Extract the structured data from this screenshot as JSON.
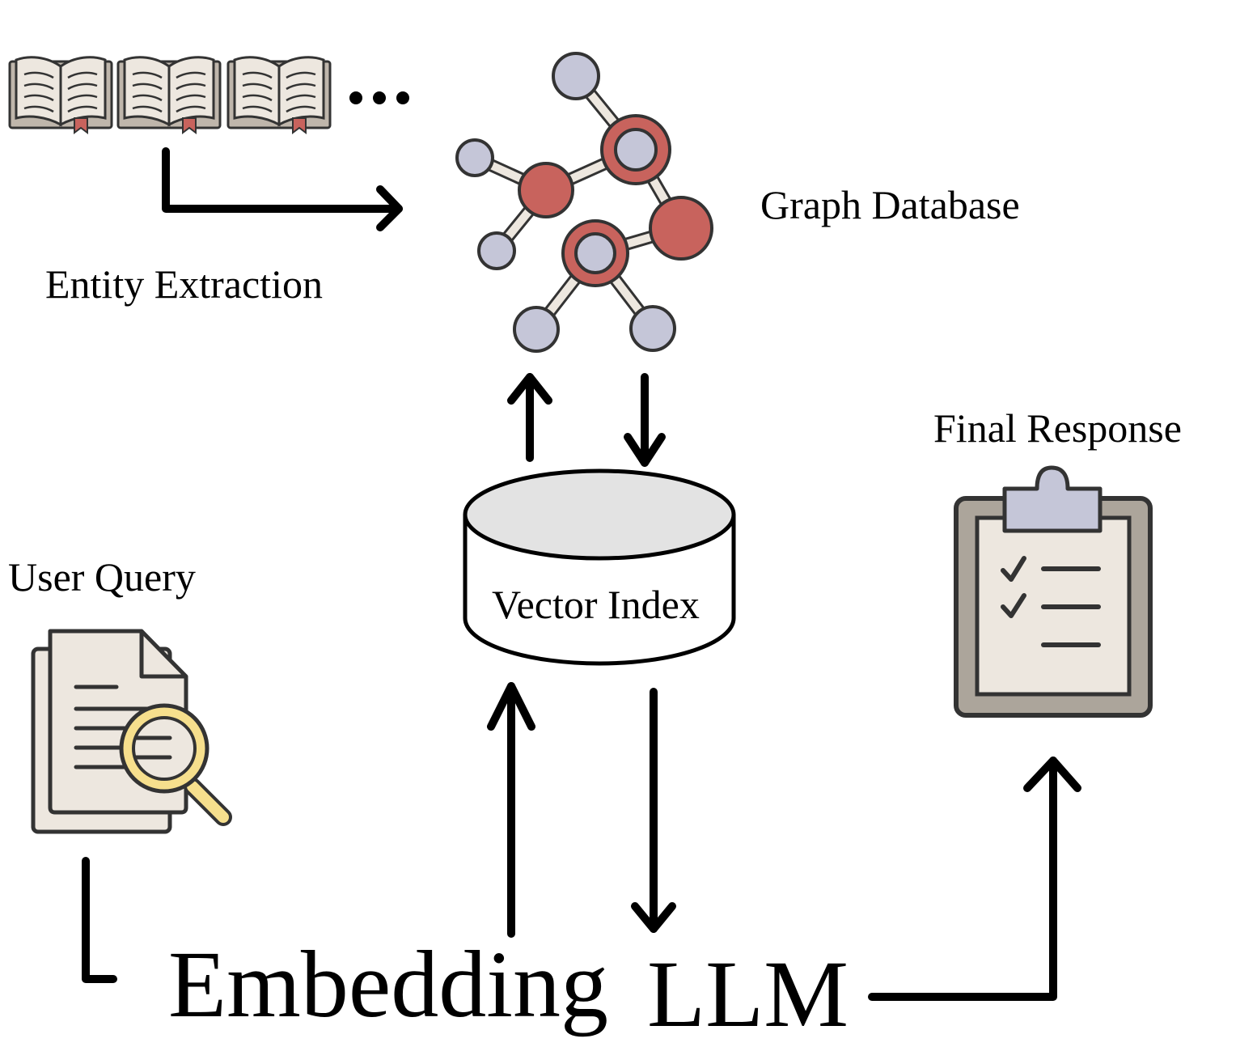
{
  "labels": {
    "entity_extraction": "Entity Extraction",
    "graph_database": "Graph Database",
    "final_response": "Final Response",
    "user_query": "User Query",
    "vector_index": "Vector Index",
    "embedding": "Embedding",
    "llm": "LLM",
    "ellipsis": "..."
  },
  "icons": {
    "documents": "book-icon",
    "graph": "graph-network-icon",
    "vector_store": "database-cylinder-icon",
    "query": "document-search-icon",
    "response": "clipboard-checklist-icon"
  },
  "colors": {
    "outline": "#333333",
    "arrow": "#000000",
    "node_red": "#c8635d",
    "node_lavender": "#c5c6d8",
    "paper": "#ede7df",
    "cover": "#bfb6ab",
    "magnifier_yellow": "#f6df8d",
    "clipboard_board": "#aca59b",
    "clip": "#c5c6d8",
    "bookmark": "#c8635d",
    "cylinder_top": "#e3e3e3"
  }
}
